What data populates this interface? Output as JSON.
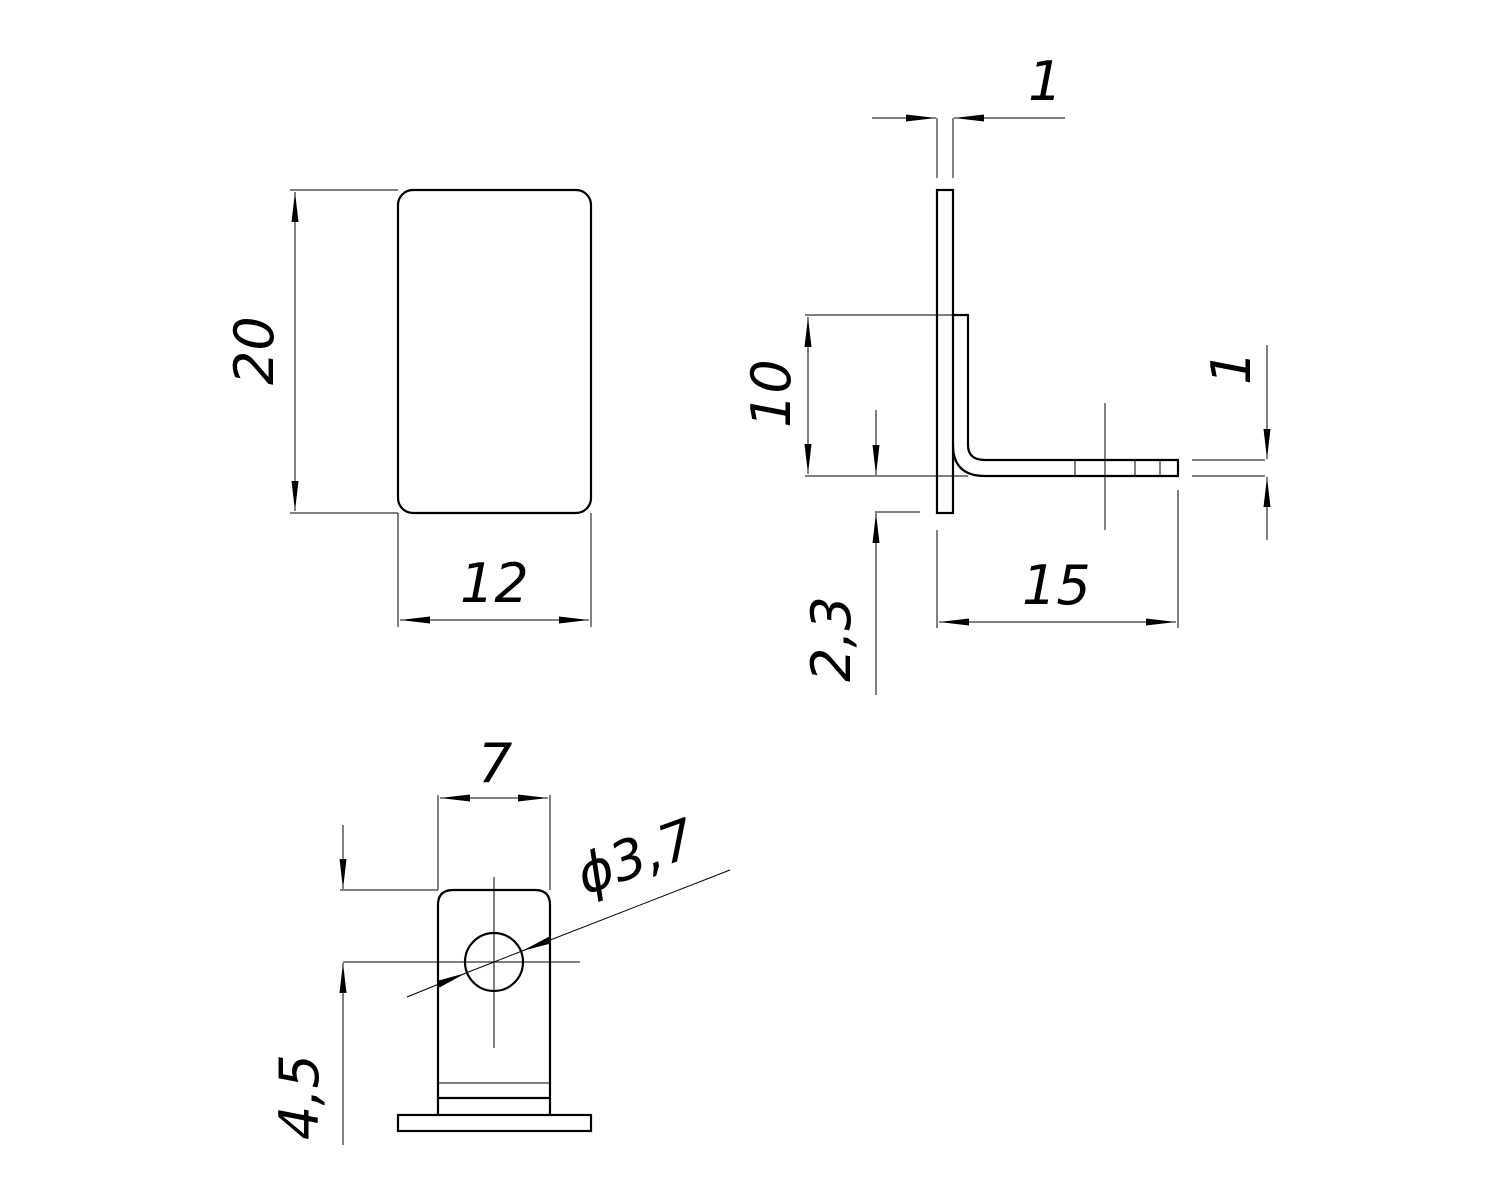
{
  "drawing": {
    "front_view": {
      "height_dim": "20",
      "width_dim": "12"
    },
    "side_view": {
      "thickness_top_dim": "1",
      "bend_height_dim": "10",
      "offset_dim": "2,3",
      "leg_length_dim": "15",
      "thickness_right_dim": "1"
    },
    "bottom_view": {
      "width_dim": "7",
      "hole_diameter_dim": "ϕ3,7",
      "hole_offset_dim": "4,5"
    },
    "line_color": "#000000",
    "background": "#ffffff"
  }
}
